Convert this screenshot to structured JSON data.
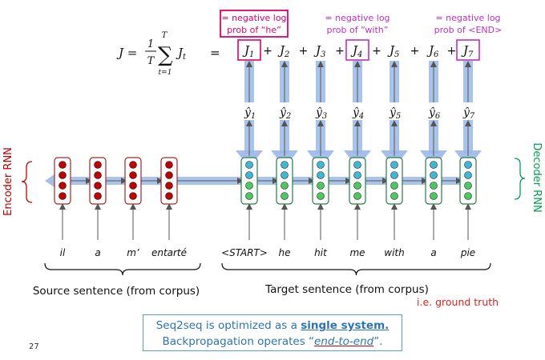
{
  "loss_equation": {
    "lhs": "J =",
    "fraction_num": "1",
    "fraction_den": "T",
    "sum_upper": "T",
    "sum_lower": "t=1",
    "term": "J",
    "term_sub": "t",
    "equals": "="
  },
  "loss_terms": [
    {
      "label": "J",
      "sub": "1",
      "boxed": true,
      "box_color": "#e0006b"
    },
    {
      "label": "J",
      "sub": "2",
      "boxed": false
    },
    {
      "label": "J",
      "sub": "3",
      "boxed": false
    },
    {
      "label": "J",
      "sub": "4",
      "boxed": true,
      "box_color": "#c030c0"
    },
    {
      "label": "J",
      "sub": "5",
      "boxed": false
    },
    {
      "label": "J",
      "sub": "6",
      "boxed": false
    },
    {
      "label": "J",
      "sub": "7",
      "boxed": true,
      "box_color": "#c030c0"
    }
  ],
  "plus_sign": "+",
  "annotations": [
    {
      "line1": "= negative log",
      "line2": "prob of “he”",
      "color": "#e0006b",
      "boxed": true
    },
    {
      "line1": "= negative log",
      "line2": "prob of “with”",
      "color": "#c030c0",
      "boxed": false
    },
    {
      "line1": "= negative log",
      "line2": "prob of <END>",
      "color": "#c030c0",
      "boxed": false
    }
  ],
  "outputs": [
    {
      "label": "ŷ",
      "sub": "1"
    },
    {
      "label": "ŷ",
      "sub": "2"
    },
    {
      "label": "ŷ",
      "sub": "3"
    },
    {
      "label": "ŷ",
      "sub": "4"
    },
    {
      "label": "ŷ",
      "sub": "5"
    },
    {
      "label": "ŷ",
      "sub": "6"
    },
    {
      "label": "ŷ",
      "sub": "7"
    }
  ],
  "source_words": [
    "il",
    "a",
    "m’",
    "entarté"
  ],
  "target_words": [
    "<START>",
    "he",
    "hit",
    "me",
    "with",
    "a",
    "pie"
  ],
  "encoder_label": "Encoder RNN",
  "decoder_label": "Decoder RNN",
  "source_caption": "Source sentence (from corpus)",
  "target_caption": "Target sentence (from corpus)",
  "ground_truth_note": "i.e. ground truth",
  "summary": {
    "line1_prefix": "Seq2seq is optimized as a ",
    "line1_highlight": "single system.",
    "line2_prefix": "Backpropagation operates “",
    "line2_highlight": "end-to-end",
    "line2_suffix": "”."
  },
  "page_number": "27",
  "colors": {
    "encoder": "#c00000",
    "decoder": "#00a050",
    "gradient": "#9bb8e8",
    "text_blue": "#2e74b5"
  }
}
